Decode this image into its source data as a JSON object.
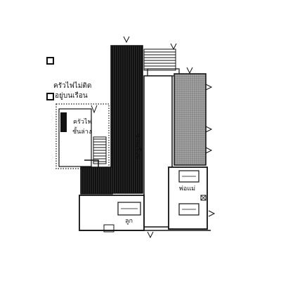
{
  "legend": {
    "upper_kitchen_line1": "ครัวไฟไม่ติด",
    "upper_kitchen_line2": "อยู่บนเรือน"
  },
  "rooms": {
    "lower_kitchen_line1": "ครัวไฟ",
    "lower_kitchen_line2": "ชั้นล่าง",
    "veranda": "ชานเรือน",
    "parents": "พ่อแม่",
    "child": "ลูก"
  },
  "colors": {
    "ink": "#111111",
    "hatched_walkway": "#1a1a1a",
    "grey_terrace": "#8a8a8a",
    "background": "#ffffff"
  }
}
